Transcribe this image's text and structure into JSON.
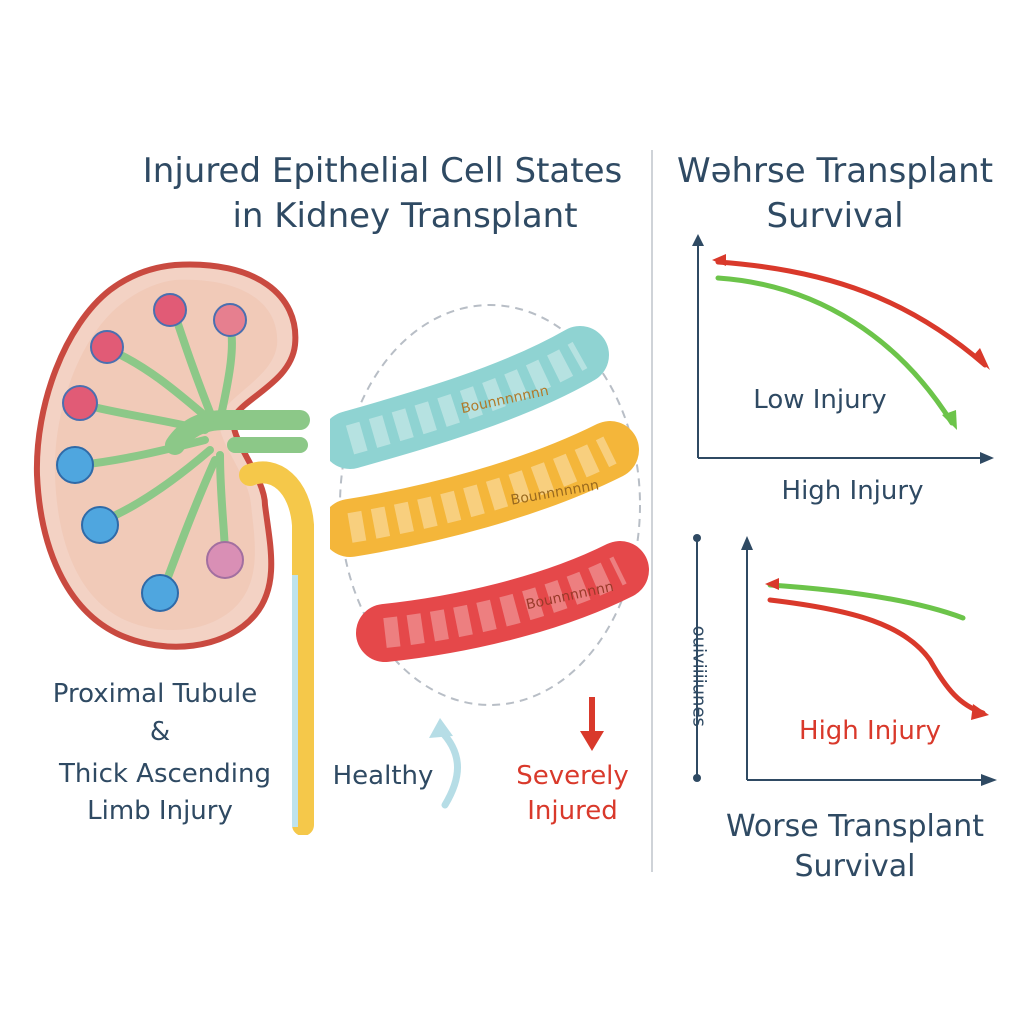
{
  "title": {
    "line1": "Injured Epithelial Cell States",
    "line2": "in Kidney Transplant"
  },
  "right_title": {
    "line1": "Wǝhrse Transplant",
    "line2": "Survival"
  },
  "left_labels": {
    "proximal_tubule": "Proximal Tubule",
    "ampersand": "&",
    "thick_ascending": "Thick Ascending",
    "limb_injury": "Limb Injury"
  },
  "tubule_labels": {
    "healthy": "Healthy",
    "severely_line1": "Severely",
    "severely_line2": "Injured",
    "band_text": "Bounnnnnnn"
  },
  "top_chart": {
    "label_low": "Low Injury",
    "label_high": "High Injury"
  },
  "bottom_chart": {
    "y_label": "ouiviiiiunes",
    "label_high": "High Injury",
    "caption_line1": "Worse Transplant",
    "caption_line2": "Survival"
  },
  "colors": {
    "healthy_tubule": "#8fd3d2",
    "mid_tubule": "#f4b63a",
    "injured_tubule": "#e5484a",
    "green_curve": "#6cc44a",
    "red_curve": "#d9392b",
    "text": "#2f4a63",
    "kidney_outline": "#c94a40"
  }
}
